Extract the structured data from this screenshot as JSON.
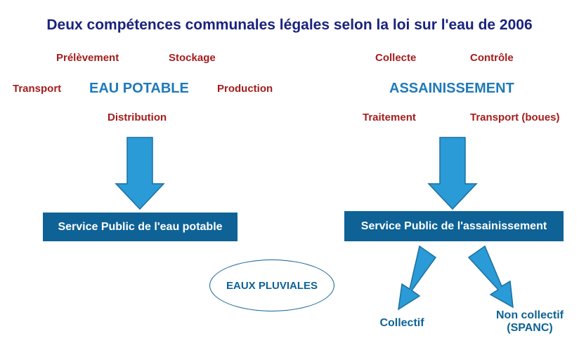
{
  "colors": {
    "title": "#1a237e",
    "task": "#a51c1c",
    "domain": "#1f7ab8",
    "box": "#0e6296",
    "arrow_fill": "#2a9bd6",
    "arrow_stroke": "#1b6fa0"
  },
  "title": "Deux compétences communales légales selon la loi sur l'eau de 2006",
  "eau_potable": {
    "label": "EAU POTABLE",
    "tasks": {
      "prelevement": "Prélèvement",
      "stockage": "Stockage",
      "transport": "Transport",
      "production": "Production",
      "distribution": "Distribution"
    },
    "service": "Service Public de l'eau potable"
  },
  "assainissement": {
    "label": "ASSAINISSEMENT",
    "tasks": {
      "collecte": "Collecte",
      "controle": "Contrôle",
      "traitement": "Traitement",
      "transport_boues": "Transport (boues)"
    },
    "service": "Service Public de l'assainissement",
    "outputs": {
      "collectif": "Collectif",
      "non_collectif_line1": "Non collectif",
      "non_collectif_line2": "(SPANC)"
    }
  },
  "eaux_pluviales": "EAUX PLUVIALES"
}
